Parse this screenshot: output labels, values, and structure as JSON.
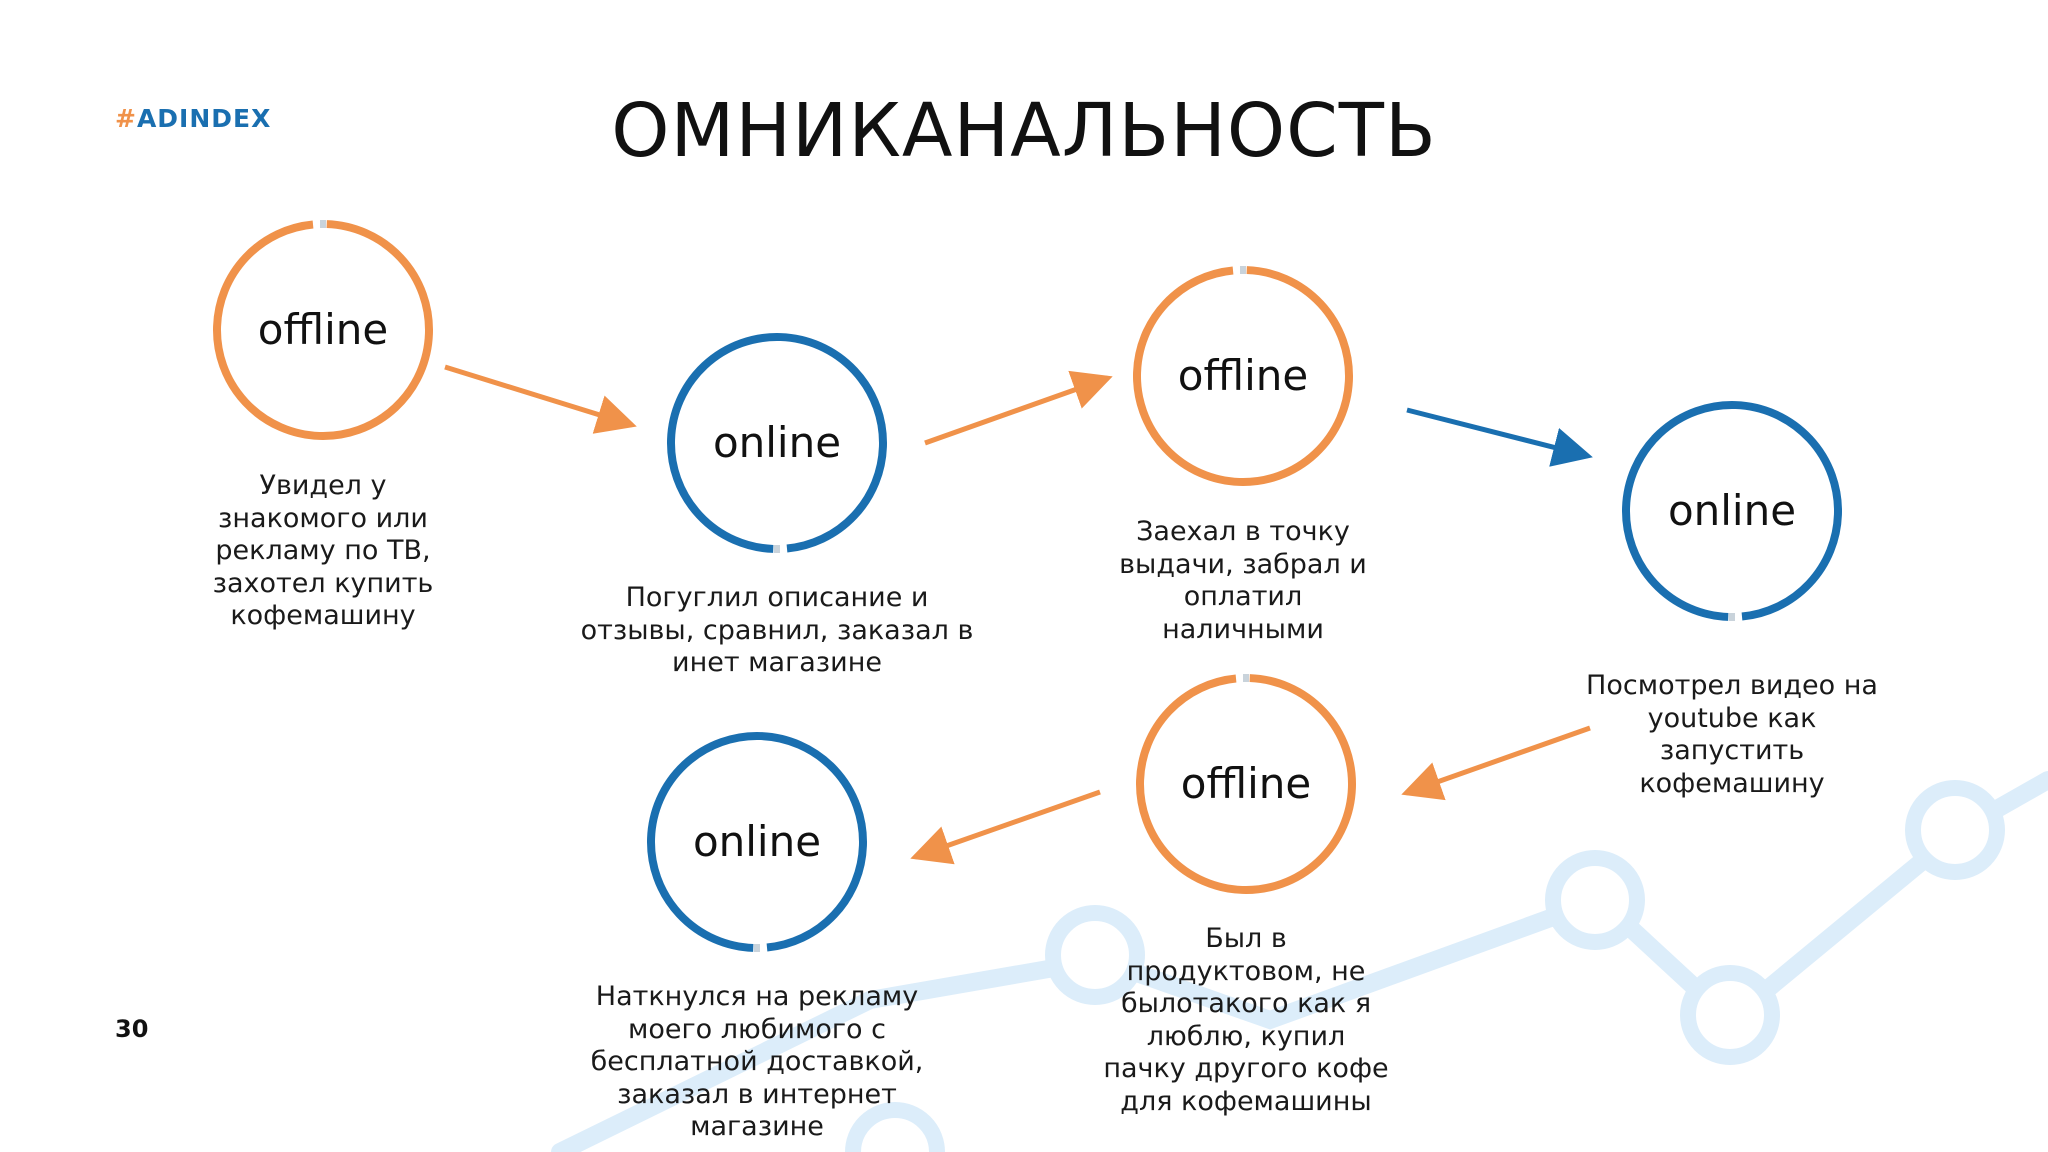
{
  "header": {
    "logo_hash": "#",
    "logo_text": "ADINDEX",
    "title": "ОМНИКАНАЛЬНОСТЬ",
    "page_number": "30"
  },
  "colors": {
    "offline": "#f0924a",
    "online": "#1a6fb0",
    "background_decoration": "#ddeefa"
  },
  "nodes": [
    {
      "label": "offline",
      "kind": "offline",
      "caption": "Увидел у\nзнакомого или\nрекламу по ТВ,\nзахотел купить\nкофемашину"
    },
    {
      "label": "online",
      "kind": "online",
      "caption": "Погуглил описание и\nотзывы, сравнил, заказал в\nинет магазине"
    },
    {
      "label": "offline",
      "kind": "offline",
      "caption": "Заехал в точку\nвыдачи, забрал и\nоплатил\nналичными"
    },
    {
      "label": "online",
      "kind": "online",
      "caption": "Посмотрел видео на\nyoutube как\nзапустить\nкофемашину"
    },
    {
      "label": "offline",
      "kind": "offline",
      "caption": "Был в\nпродуктовом, не\nбылотакого как я\nлюблю, купил\nпачку другого кофе\nдля кофемашины"
    },
    {
      "label": "online",
      "kind": "online",
      "caption": "Наткнулся на рекламу\nмоего любимого с\nбесплатной доставкой,\nзаказал в интернет\nмагазине"
    }
  ],
  "arrows": [
    {
      "from": 0,
      "to": 1,
      "kind": "offline"
    },
    {
      "from": 1,
      "to": 2,
      "kind": "offline"
    },
    {
      "from": 2,
      "to": 3,
      "kind": "online"
    },
    {
      "from": 3,
      "to": 4,
      "kind": "offline"
    },
    {
      "from": 4,
      "to": 5,
      "kind": "offline"
    }
  ]
}
